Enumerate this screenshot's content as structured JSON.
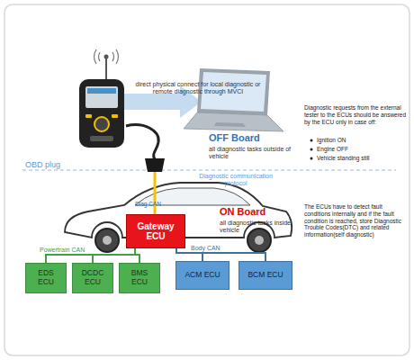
{
  "diagram": {
    "nodes": [
      {
        "text": [
          "Gateway ECU"
        ]
      },
      {
        "text": [
          "EDS ECU"
        ]
      },
      {
        "text": [
          "DCDC ECU"
        ]
      },
      {
        "text": [
          "BMS ECU"
        ]
      },
      {
        "text": [
          "ACM ECU"
        ]
      },
      {
        "text": [
          "BCM ECU"
        ]
      }
    ],
    "edges": [
      {
        "from": 0,
        "to": 1,
        "arrow": "none",
        "label": "Powertrain CAN"
      },
      {
        "from": 0,
        "to": 2,
        "arrow": "none"
      },
      {
        "from": 0,
        "to": 3,
        "arrow": "none"
      },
      {
        "from": 0,
        "to": 4,
        "arrow": "none",
        "label": "Body CAN"
      },
      {
        "from": 0,
        "to": 5,
        "arrow": "none"
      }
    ],
    "labels": [
      "direct physical connect for local diagnostic or remote diagnostic through MVCI",
      "OFF Board",
      "all diagnostic tasks outside of vehicle",
      "Diagnostic requests from the external tester to the ECUs should be answered by the ECU only in case off:",
      "Ignition ON",
      "Engine OFF",
      "Vehicle standing still",
      "OBD plug",
      "Diagnostic communication protocol",
      "Diag CAN",
      "ON Board",
      "all diagnostic tasks inside vehicle",
      "The ECUs have to detect fault conditions internally and if the fault condition is reached, store Diagnostic Trouble Codes(DTC) and related information(self diagnostic)"
    ]
  }
}
